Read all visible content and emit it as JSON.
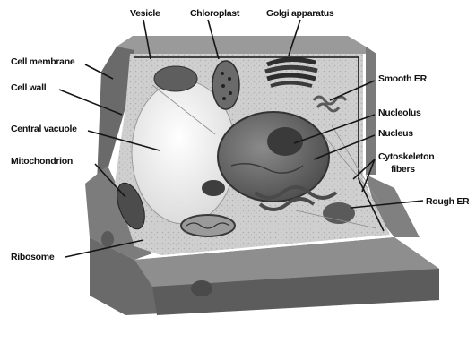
{
  "figure": {
    "labels": {
      "vesicle": "Vesicle",
      "chloroplast": "Chloroplast",
      "golgi": "Golgi apparatus",
      "cell_membrane": "Cell membrane",
      "cell_wall": "Cell wall",
      "central_vacuole": "Central vacuole",
      "mitochondrion": "Mitochondrion",
      "ribosome": "Ribosome",
      "smooth_er": "Smooth ER",
      "nucleolus": "Nucleolus",
      "nucleus": "Nucleus",
      "cytoskeleton_line1": "Cytoskeleton",
      "cytoskeleton_line2": "fibers",
      "rough_er": "Rough ER"
    },
    "colors": {
      "wall_dark": "#5a5a5a",
      "wall_mid": "#8a8a8a",
      "cytoplasm": "#c9c9c9",
      "vacuole": "#f2f2f2",
      "nucleus": "#6e6e6e",
      "organelle": "#4a4a4a",
      "label": "#111111"
    }
  }
}
